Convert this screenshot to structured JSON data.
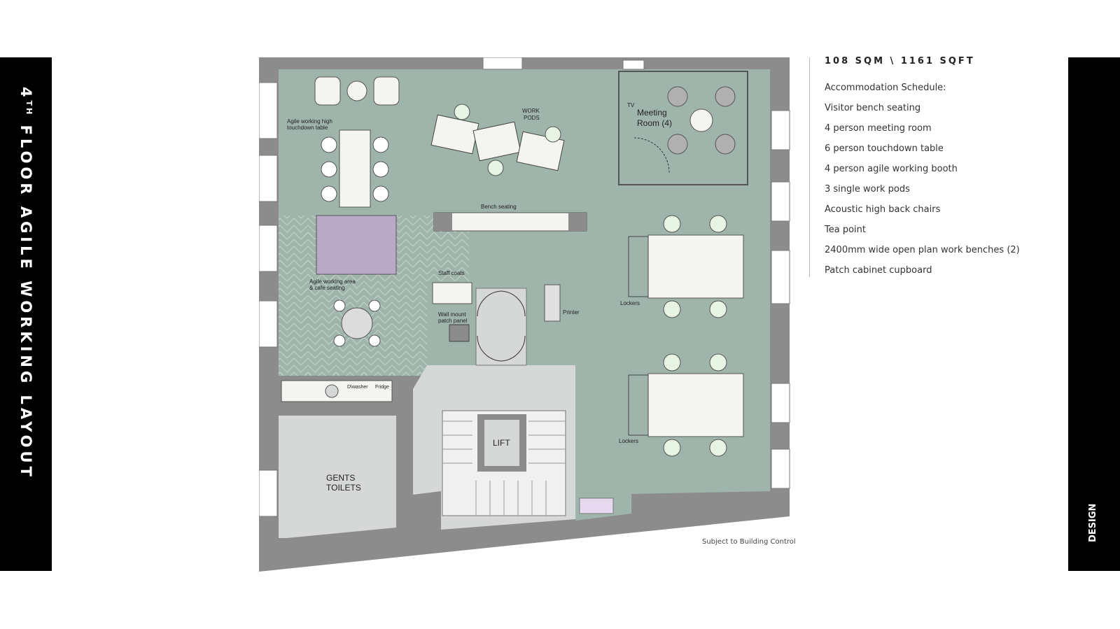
{
  "sidebar": {
    "title_ordinal": "4",
    "title_suffix": "TH",
    "title_rest": "FLOOR AGILE WORKING LAYOUT",
    "right_label": "DESIGN"
  },
  "info": {
    "area": "108 SQM \\ 1161 SQFT",
    "schedule_items": [
      "Accommodation Schedule:",
      "Visitor bench seating",
      "4 person meeting room",
      "6 person touchdown table",
      "4 person agile working booth",
      "3 single work pods",
      "Acoustic high back chairs",
      "Tea point",
      "2400mm wide open plan work benches (2)",
      "Patch cabinet cupboard"
    ]
  },
  "plan": {
    "labels": {
      "agile_touchdown_1": "Agile working high",
      "agile_touchdown_2": "touchdown table",
      "work_pods_1": "WORK",
      "work_pods_2": "PODS",
      "tv": "TV",
      "meeting_room_1": "Meeting",
      "meeting_room_2": "Room (4)",
      "bench_seating": "Bench seating",
      "agile_area_1": "Agile working area",
      "agile_area_2": "& cafe seating",
      "staff_coats": "Staff coats",
      "wall_mount_1": "Wall mount",
      "wall_mount_2": "patch panel",
      "printer": "Printer",
      "lockers_top": "Lockers",
      "lockers_bottom": "Lockers",
      "dwasher": "D\\washer",
      "fridge": "Fridge",
      "lift": "LIFT",
      "gents_1": "GENTS",
      "gents_2": "TOILETS"
    },
    "note": "Subject to Building Control"
  },
  "colors": {
    "wall": "#8c8c8c",
    "floor": "#9fb5ab",
    "core": "#d6d8d8",
    "booth": "#b9a9c6",
    "accent": "#000000"
  }
}
